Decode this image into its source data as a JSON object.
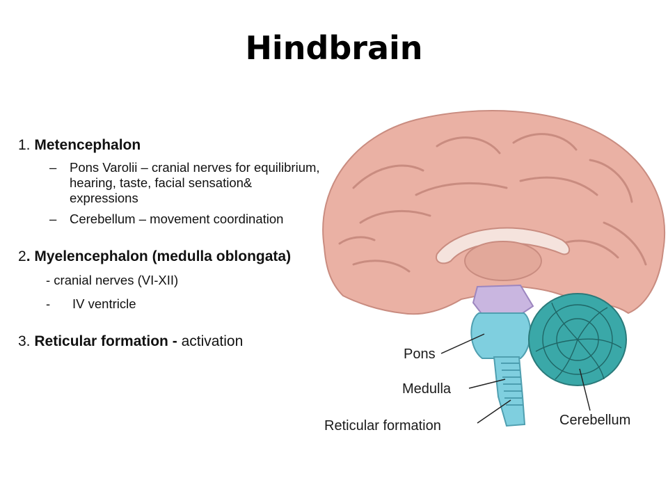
{
  "slide": {
    "title": "Hindbrain",
    "sections": [
      {
        "number": "1. ",
        "heading": "Metencephalon",
        "items": [
          {
            "dash": "–",
            "text": "Pons Varolii – cranial nerves for equilibrium, hearing, taste, facial sensation& expressions"
          },
          {
            "dash": "–",
            "text": "Cerebellum – movement coordination"
          }
        ]
      },
      {
        "number": "2",
        "heading": ". Myelencephalon (medulla oblongata)",
        "lines": [
          "- cranial nerves (VI-XII)"
        ],
        "dash_item": {
          "dash": "-",
          "text": "IV ventricle"
        }
      },
      {
        "number": "3. ",
        "heading": "Reticular formation - ",
        "suffix": "activation"
      }
    ]
  },
  "figure": {
    "labels": {
      "pons": "Pons",
      "medulla": "Medulla",
      "reticular": "Reticular formation",
      "cerebellum": "Cerebellum"
    },
    "colors": {
      "cortex": "#eab1a4",
      "cortex_dark": "#c98c80",
      "pons": "#7fcfdf",
      "cerebellum": "#3aa8a8",
      "midbrain": "#c9b6e0"
    }
  }
}
